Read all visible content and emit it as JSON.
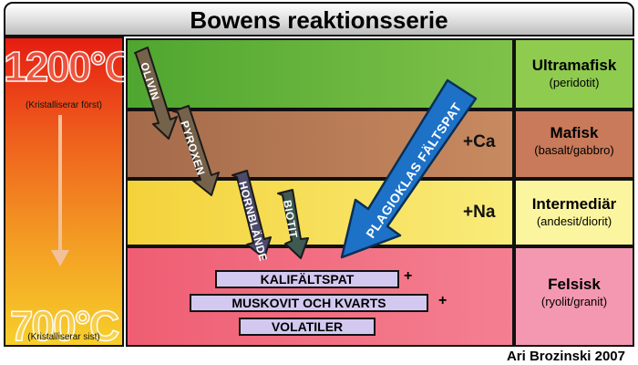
{
  "title": "Bowens reaktionsserie",
  "temperature": {
    "high": "1200°C",
    "high_note": "(Kristalliserar först)",
    "low": "700°C",
    "low_note": "(Kristalliserar sist)"
  },
  "rock_types": [
    {
      "name": "Ultramafisk",
      "example": "(peridotit)"
    },
    {
      "name": "Mafisk",
      "example": "(basalt/gabbro)"
    },
    {
      "name": "Intermediär",
      "example": "(andesit/diorit)"
    },
    {
      "name": "Felsisk",
      "example": "(ryolit/granit)"
    }
  ],
  "ions": {
    "ca": "+Ca",
    "na": "+Na"
  },
  "discontinuous_series": [
    "OLIVIN",
    "PYROXEN",
    "HORNBLÄNDE",
    "BIOTIT"
  ],
  "continuous_series": "PLAGIOKLAS  FÄLTSPAT",
  "final_minerals": [
    {
      "label": "KALIFÄLTSPAT",
      "plus": "+"
    },
    {
      "label": "MUSKOVIT OCH KVARTS",
      "plus": "+"
    },
    {
      "label": "VOLATILER",
      "plus": ""
    }
  ],
  "author": "Ari Brozinski 2007",
  "colors": {
    "ultramafic": "#7fc24a",
    "mafic": "#b77a55",
    "intermediate": "#f6e05a",
    "felsic": "#f17489",
    "arrow_olivine": "#75624a",
    "arrow_biotite": "#3e5a52",
    "arrow_hornblende": "#4d4a6a",
    "arrow_plagioclase": "#1d72c8"
  }
}
